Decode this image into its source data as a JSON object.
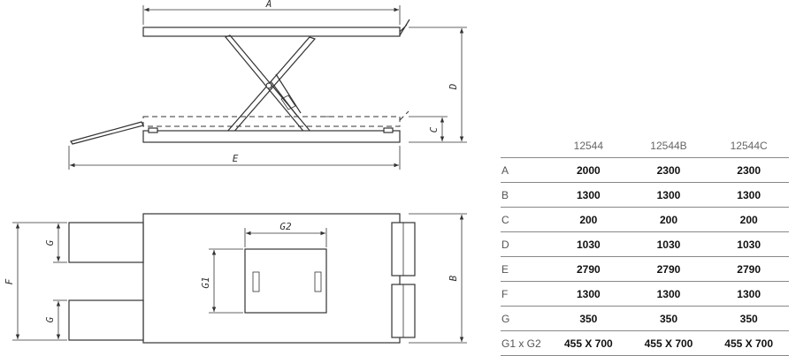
{
  "dimension_labels": {
    "A": "A",
    "B": "B",
    "C": "C",
    "D": "D",
    "E": "E",
    "F": "F",
    "G": "G",
    "G1": "G1",
    "G2": "G2"
  },
  "table": {
    "columns": [
      "",
      "12544",
      "12544B",
      "12544C"
    ],
    "rows": [
      {
        "label": "A",
        "values": [
          "2000",
          "2300",
          "2300"
        ]
      },
      {
        "label": "B",
        "values": [
          "1300",
          "1300",
          "1300"
        ]
      },
      {
        "label": "C",
        "values": [
          "200",
          "200",
          "200"
        ]
      },
      {
        "label": "D",
        "values": [
          "1030",
          "1030",
          "1030"
        ]
      },
      {
        "label": "E",
        "values": [
          "2790",
          "2790",
          "2790"
        ]
      },
      {
        "label": "F",
        "values": [
          "1300",
          "1300",
          "1300"
        ]
      },
      {
        "label": "G",
        "values": [
          "350",
          "350",
          "350"
        ]
      },
      {
        "label": "G1 x G2",
        "values": [
          "455 X 700",
          "455 X 700",
          "455 X 700"
        ]
      }
    ]
  }
}
